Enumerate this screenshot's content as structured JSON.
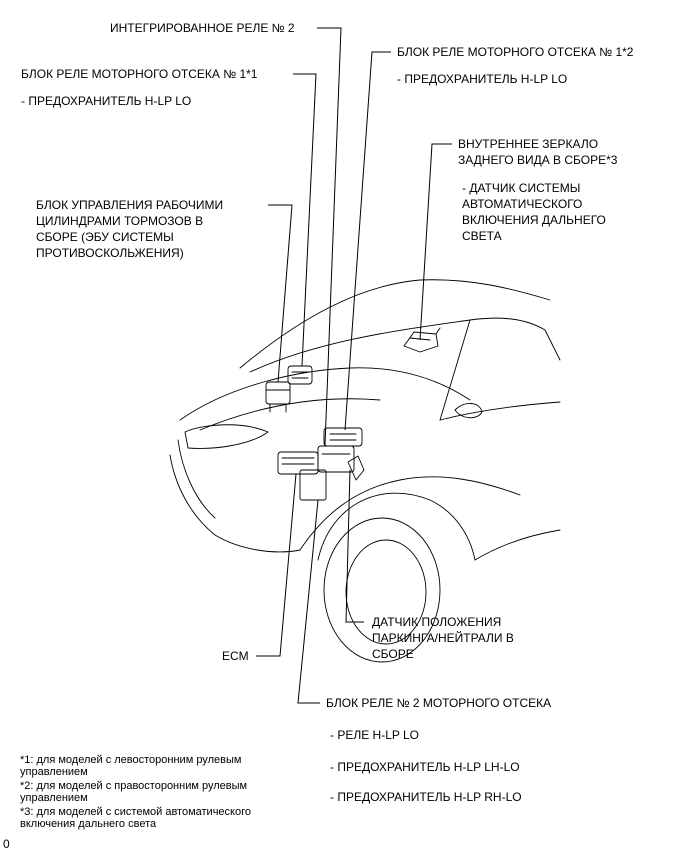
{
  "labels": {
    "integrated_relay": "ИНТЕГРИРОВАННОЕ РЕЛЕ № 2",
    "relay_block_1_lhd": "БЛОК РЕЛЕ МОТОРНОГО ОТСЕКА № 1*1",
    "relay_block_1_lhd_fuse": "- ПРЕДОХРАНИТЕЛЬ H-LP LO",
    "relay_block_1_rhd": "БЛОК РЕЛЕ МОТОРНОГО ОТСЕКА № 1*2",
    "relay_block_1_rhd_fuse": "- ПРЕДОХРАНИТЕЛЬ H-LP LO",
    "mirror_lines": [
      "ВНУТРЕННЕЕ ЗЕРКАЛО",
      "ЗАДНЕГО ВИДА В СБОРЕ*3"
    ],
    "mirror_sub_lines": [
      "- ДАТЧИК СИСТЕМЫ",
      "АВТОМАТИЧЕСКОГО",
      "ВКЛЮЧЕНИЯ ДАЛЬНЕГО",
      "СВЕТА"
    ],
    "brake_lines": [
      "БЛОК УПРАВЛЕНИЯ РАБОЧИМИ",
      "ЦИЛИНДРАМИ ТОРМОЗОВ В",
      "СБОРЕ (ЭБУ СИСТЕМЫ",
      "ПРОТИВОСКОЛЬЖЕНИЯ)"
    ],
    "park_sensor_lines": [
      "ДАТЧИК ПОЛОЖЕНИЯ",
      "ПАРКИНГА/НЕЙТРАЛИ В",
      "СБОРЕ"
    ],
    "ecm": "ECM",
    "relay_block_2": "БЛОК РЕЛЕ № 2 МОТОРНОГО ОТСЕКА",
    "relay_block_2_items": [
      "- РЕЛЕ H-LP LO",
      "- ПРЕДОХРАНИТЕЛЬ H-LP LH-LO",
      "- ПРЕДОХРАНИТЕЛЬ H-LP RH-LO"
    ]
  },
  "footnotes": [
    [
      "*1: для моделей с левосторонним рулевым",
      "управлением"
    ],
    [
      "*2: для моделей с правосторонним рулевым",
      "управлением"
    ],
    [
      "*3: для моделей с системой автоматического",
      "включения дальнего света"
    ]
  ],
  "corner_mark": "0"
}
